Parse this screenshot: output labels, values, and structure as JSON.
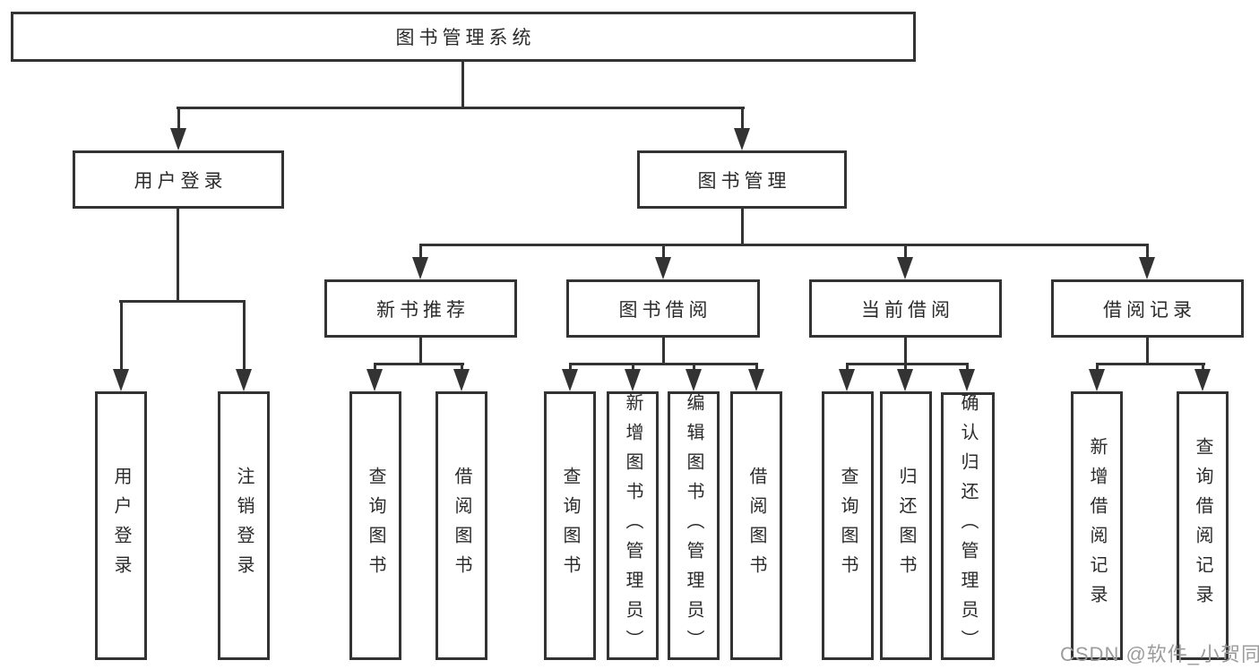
{
  "diagram_title": "图书管理系统",
  "tree": {
    "root": {
      "label": "图书管理系统"
    },
    "branches": [
      {
        "label": "用户登录",
        "children": [
          {
            "label": "用户登录"
          },
          {
            "label": "注销登录"
          }
        ]
      },
      {
        "label": "图书管理",
        "children": [
          {
            "label": "新书推荐",
            "children": [
              {
                "label": "查询图书"
              },
              {
                "label": "借阅图书"
              }
            ]
          },
          {
            "label": "图书借阅",
            "children": [
              {
                "label": "查询图书"
              },
              {
                "label": "新增图书（管理员）"
              },
              {
                "label": "编辑图书（管理员）"
              },
              {
                "label": "借阅图书"
              }
            ]
          },
          {
            "label": "当前借阅",
            "children": [
              {
                "label": "查询图书"
              },
              {
                "label": "归还图书"
              },
              {
                "label": "确认归还（管理员）"
              }
            ]
          },
          {
            "label": "借阅记录",
            "children": [
              {
                "label": "新增借阅记录"
              },
              {
                "label": "查询借阅记录"
              }
            ]
          }
        ]
      }
    ]
  },
  "watermark": {
    "text": "CSDN @软件_小贺同学"
  },
  "colors": {
    "line": "#333333",
    "text": "#2b2b2b",
    "background": "#ffffff",
    "watermark": "#9c9c9c"
  }
}
